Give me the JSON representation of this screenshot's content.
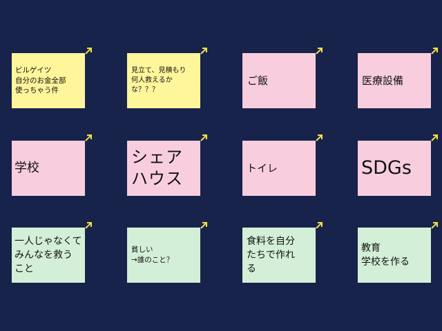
{
  "board": {
    "colors": {
      "background": "#17234a",
      "yellow": "#fff59b",
      "pink": "#f8cede",
      "green": "#d4efd7",
      "arrow": "#f4e14a"
    },
    "notes": [
      {
        "text": "ビルゲイツ\n自分のお金全部\n使っちゃう件",
        "color": "#fff59b"
      },
      {
        "text": "見立て、見積もり\n何人救えるか\nな？？？",
        "color": "#fff59b"
      },
      {
        "text": "ご飯",
        "color": "#f8cede"
      },
      {
        "text": "医療設備",
        "color": "#f8cede"
      },
      {
        "text": "学校",
        "color": "#f8cede"
      },
      {
        "text": "シェア\nハウス",
        "color": "#f8cede"
      },
      {
        "text": "トイレ",
        "color": "#f8cede"
      },
      {
        "text": "SDGs",
        "color": "#f8cede"
      },
      {
        "text": "一人じゃなくて\nみんなを救う\nこと",
        "color": "#d4efd7"
      },
      {
        "text": "貧しい\n→誰のこと？",
        "color": "#d4efd7"
      },
      {
        "text": "食料を自分\nたちで作れ\nる",
        "color": "#d4efd7"
      },
      {
        "text": "教育\n学校を作る",
        "color": "#d4efd7"
      }
    ],
    "expand_icon": "diagonal-arrow-icon"
  }
}
